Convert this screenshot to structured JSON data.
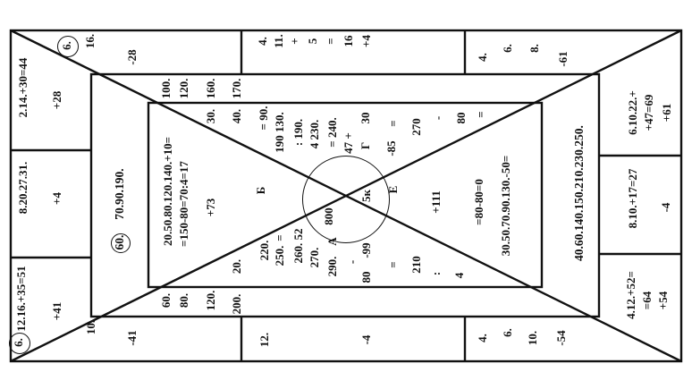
{
  "cells": {
    "c01": "2.14.+30=44",
    "c02": "+28",
    "c03": "8.20.27.31.",
    "c04": "+4",
    "c05": "12.16.+35=51",
    "c06": "+41",
    "c07": "6.",
    "c08": "16.",
    "c09": "6.",
    "c10": "10.",
    "c11": "-28",
    "c12": "-41",
    "c13": "4.",
    "c14": "11.",
    "c15": "+",
    "c16": "5",
    "c17": "=",
    "c18": "16",
    "c19": "+4",
    "c20": "12.",
    "c21": "-4",
    "c22": "4.",
    "c23": "6.",
    "c24": "8.",
    "c25": "-61",
    "c26": "4.",
    "c27": "6.",
    "c28": "10.",
    "c29": "-54",
    "c30": "6.10.22.+",
    "c31": "+47=69",
    "c32": "+61",
    "c33": "8.10.+17=27",
    "c34": "-4",
    "c35": "4.12.+52=",
    "c36": "=64",
    "c37": "+54",
    "c38": "60.",
    "c39": "70.90.190.",
    "c40": "100.",
    "c41": "120.",
    "c42": "30.",
    "c43": "160.",
    "c44": "40.",
    "c45": "170.",
    "c46": "20.",
    "c47": "200.",
    "c48": "60.",
    "c49": "80.",
    "c50": "120.",
    "c51": "40.60.140.150.210.230.250.",
    "c52": "20.50.80.120.140.+10=",
    "c53": "=150-80=70:4=17",
    "c54": "+73",
    "c55": "Б",
    "c56": "= 90.",
    "c57": "190 130.",
    "c58": ": 190.",
    "c59": "4 230.",
    "c60": "= 240.",
    "c61": "47 +",
    "c62": "Г",
    "c63": "30",
    "c64": "-85",
    "c65": "=",
    "c66": "270",
    "c67": "-",
    "c68": "80",
    "c69": "=",
    "c70": "220.",
    "c71": "250.",
    "c72": "=",
    "c73": "260. 52",
    "c74": "270.",
    "c75": "290.",
    "c76": "A",
    "c77": "-",
    "c78": "80",
    "c79": "-99",
    "c80": "=",
    "c81": "210",
    "c82": ":",
    "c83": "4",
    "c84": "800",
    "c85": "5к",
    "c86": "E",
    "c87": "+111",
    "c88": "=80-80=0",
    "c89": "30.50.70.90.130.-50="
  }
}
